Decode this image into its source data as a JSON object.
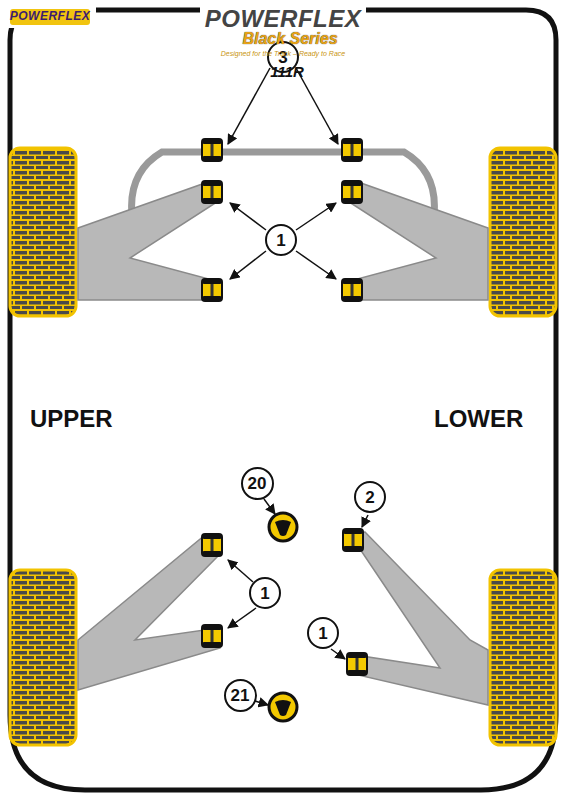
{
  "diagram": {
    "nodes": [
      {
        "text": [
          "3"
        ]
      },
      {
        "text": [
          "1"
        ]
      },
      {
        "text": [
          "20"
        ]
      },
      {
        "text": [
          "2"
        ]
      },
      {
        "text": [
          "1"
        ]
      },
      {
        "text": [
          "1"
        ]
      },
      {
        "text": [
          "21"
        ]
      }
    ],
    "labels": [
      "POWERFLEX",
      "POWERFLEX",
      "Black Series",
      "Designed for the Track – Ready to Race",
      "111R",
      "UPPER",
      "LOWER"
    ]
  }
}
